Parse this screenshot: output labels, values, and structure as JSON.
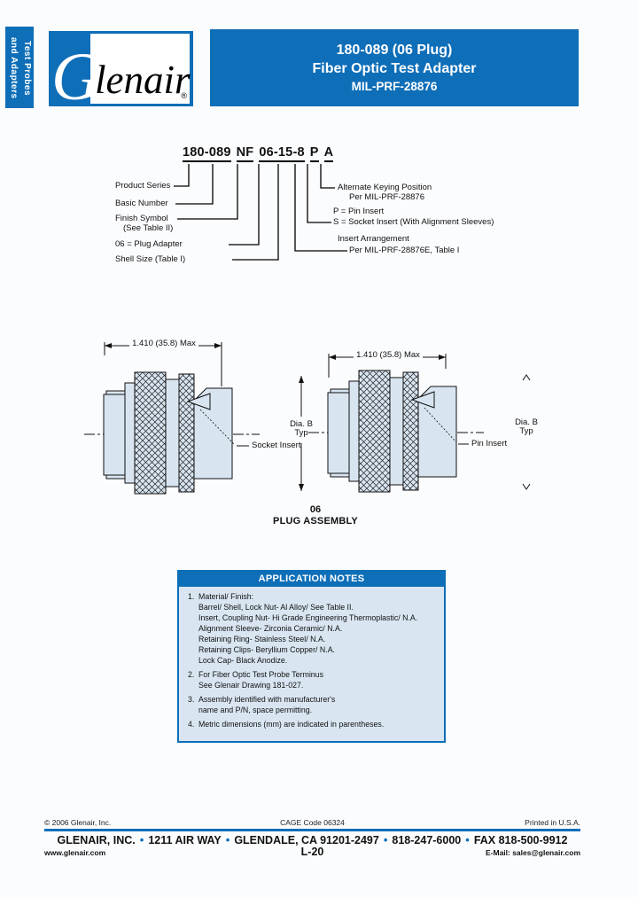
{
  "colors": {
    "accent": "#0e6eb8",
    "drawing_fill": "#d8e5f1",
    "notes_bg": "#d9e6f2"
  },
  "sidebar_tab": {
    "line1": "Test Probes",
    "line2": "and Adapters"
  },
  "logo": {
    "g": "G",
    "rest": "lenair",
    "registered": "®"
  },
  "title_block": {
    "line1": "180-089 (06 Plug)",
    "line2": "Fiber Optic Test Adapter",
    "line3": "MIL-PRF-28876"
  },
  "part_number": {
    "segments": [
      "180-089",
      "NF",
      "06-15-8",
      "P",
      "A"
    ]
  },
  "callouts": {
    "product_series": "Product Series",
    "basic_number": "Basic Number",
    "finish_symbol": "Finish Symbol",
    "finish_symbol_sub": "(See Table II)",
    "plug_adapter": "06 = Plug Adapter",
    "shell_size": "Shell Size (Table I)",
    "alt_keying_1": "Alternate Keying Position",
    "alt_keying_2": "Per MIL-PRF-28876",
    "pin_insert": "P = Pin Insert",
    "socket_insert": "S = Socket Insert (With Alignment Sleeves)",
    "insert_arr_1": "Insert Arrangement",
    "insert_arr_2": "Per MIL-PRF-28876E, Table I"
  },
  "drawings": {
    "dim_left": "1.410 (35.8) Max",
    "dim_right": "1.410 (35.8) Max",
    "socket_insert_label": "Socket Insert",
    "pin_insert_label": "Pin Insert",
    "dia_b": "Dia. B",
    "dia_typ": "Typ",
    "assembly_number": "06",
    "assembly_label": "PLUG ASSEMBLY"
  },
  "application_notes": {
    "title": "APPLICATION NOTES",
    "note1_num": "1.",
    "note1": [
      "Material/ Finish:",
      "Barrel/ Shell, Lock Nut- Al Alloy/ See Table II.",
      "Insert, Coupling Nut- Hi Grade Engineering Thermoplastic/ N.A.",
      "Alignment Sleeve- Zirconia Ceramic/ N.A.",
      "Retaining Ring- Stainless Steel/ N.A.",
      "Retaining Clips- Beryllium Copper/ N.A.",
      "Lock Cap- Black Anodize."
    ],
    "note2_num": "2.",
    "note2": [
      "For Fiber Optic Test Probe Terminus",
      "See Glenair Drawing 181-027."
    ],
    "note3_num": "3.",
    "note3": [
      "Assembly identified with manufacturer's",
      "name and P/N, space permitting."
    ],
    "note4_num": "4.",
    "note4": [
      "Metric dimensions (mm) are indicated in parentheses."
    ]
  },
  "footer": {
    "copyright": "© 2006 Glenair, Inc.",
    "cage_code": "CAGE Code 06324",
    "printed": "Printed in U.S.A.",
    "company": "GLENAIR, INC.",
    "address": "1211 AIR WAY",
    "city": "GLENDALE, CA 91201-2497",
    "phone": "818-247-6000",
    "fax": "FAX 818-500-9912",
    "separator": "•",
    "website": "www.glenair.com",
    "page_number": "L-20",
    "email": "E-Mail: sales@glenair.com"
  }
}
